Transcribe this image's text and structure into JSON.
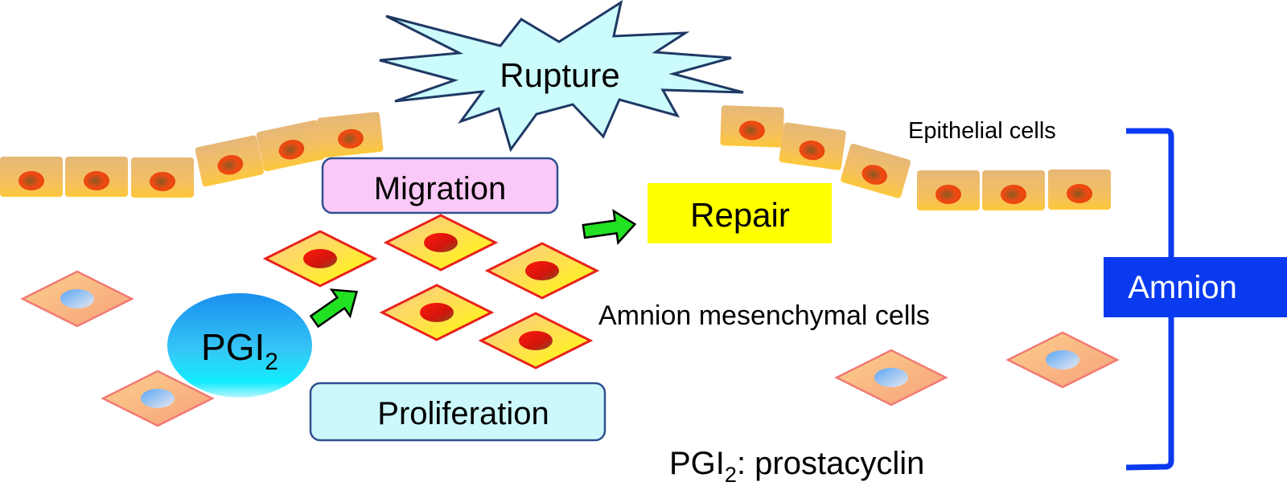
{
  "diagram": {
    "rupture": {
      "label": "Rupture"
    },
    "migration": {
      "label": "Migration"
    },
    "repair": {
      "label": "Repair"
    },
    "proliferation": {
      "label": "Proliferation"
    },
    "pgi2": {
      "main": "PGI",
      "subscript": "2"
    },
    "epithelial_label": "Epithelial cells",
    "mesenchymal_label": "Amnion mesenchymal cells",
    "amnion_label": "Amnion",
    "footnote": {
      "main": "PGI",
      "subscript": "2",
      "rest": ": prostacyclin"
    },
    "colors": {
      "rupture_fill": "#ccfbfc",
      "rupture_stroke": "#1f3864",
      "migration_fill": "#fbc9f7",
      "proliferation_fill": "#ccf8fb",
      "box_stroke": "#2f4f8f",
      "repair_fill": "#ffff00",
      "amnion_blue": "#0a3af0",
      "arrow_green": "#22e022",
      "active_cell_stroke": "#e8231c",
      "active_cell_fill": "#ffeb3b",
      "nucleus_red": "#e0140c",
      "quiet_cell_stroke": "#f07a74",
      "quiet_cell_fill": "#f9b987",
      "quiet_nucleus": "#79b4ee",
      "epithelial_fill": "#f3bf63",
      "epithelial_nucleus": "#e8460f"
    }
  }
}
